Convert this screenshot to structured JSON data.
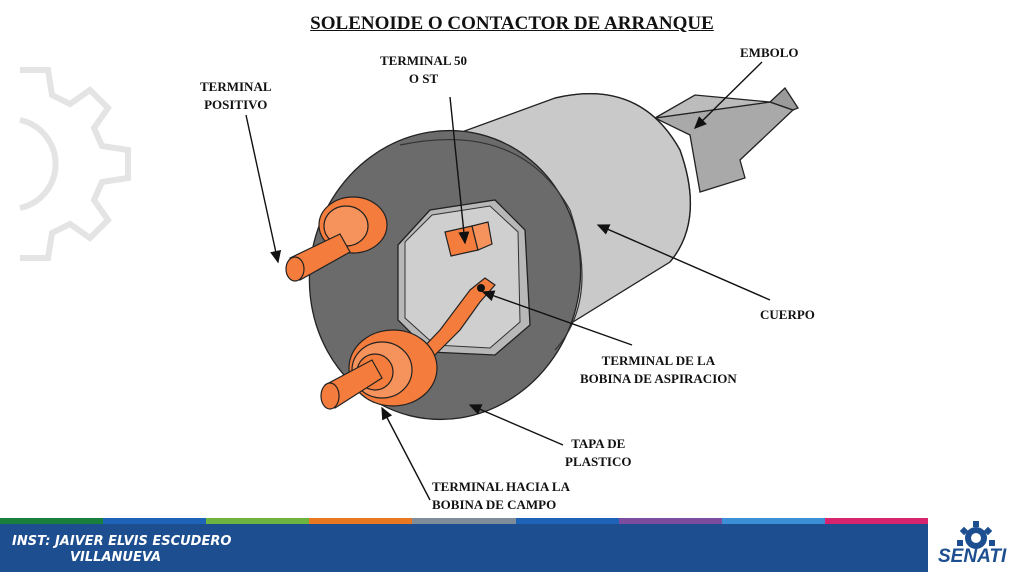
{
  "title": "SOLENOIDE O CONTACTOR DE ARRANQUE",
  "labels": {
    "terminal_50_line1": "TERMINAL 50",
    "terminal_50_line2": "O ST",
    "terminal_positivo_line1": "TERMINAL",
    "terminal_positivo_line2": "POSITIVO",
    "embolo": "EMBOLO",
    "cuerpo": "CUERPO",
    "bobina_aspiracion_line1": "TERMINAL DE LA",
    "bobina_aspiracion_line2": "BOBINA DE ASPIRACION",
    "tapa_line1": "TAPA DE",
    "tapa_line2": "PLASTICO",
    "bobina_campo_line1": "TERMINAL HACIA LA",
    "bobina_campo_line2": "BOBINA DE CAMPO"
  },
  "footer": {
    "instructor_line1": "INST: JAIVER ELVIS ESCUDERO",
    "instructor_line2": "VILLANUEVA",
    "logo_text": "SENATI",
    "stripe_colors": [
      "#1a7f3c",
      "#1d63b8",
      "#6cb33f",
      "#e87722",
      "#7f8c99",
      "#1d63b8",
      "#7c4d9e",
      "#3a8fd6",
      "#d6246e"
    ],
    "bar_color": "#1d4e8f"
  },
  "colors": {
    "terminal": "#f47c3c",
    "cap": "#6b6b6b",
    "body": "#c9c9c9",
    "plunger": "#a9a9a9"
  }
}
